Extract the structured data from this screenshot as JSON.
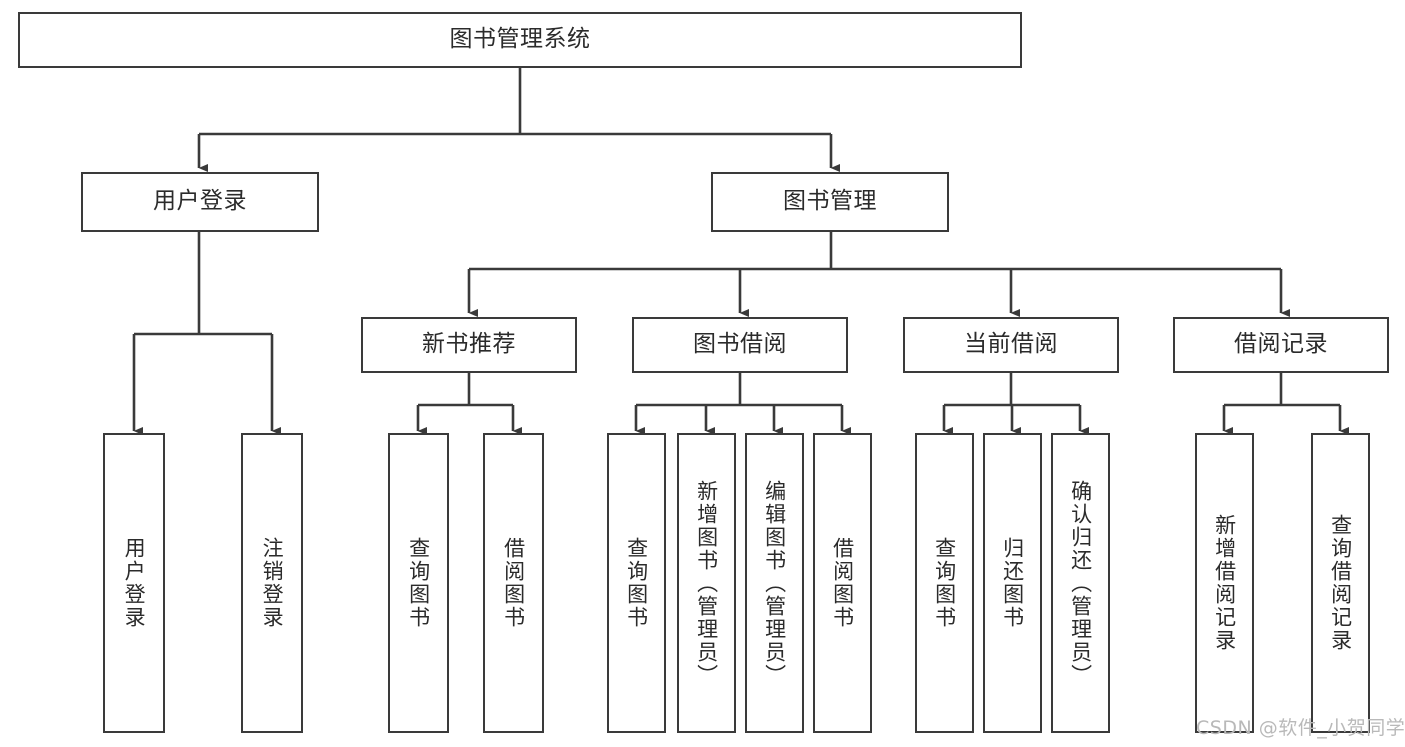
{
  "diagram": {
    "title": "图书管理系统",
    "type": "tree-hierarchy-chart",
    "orientation": "top-down",
    "colors": {
      "box_border": "#3a3a3a",
      "box_fill": "#ffffff",
      "connector": "#3a3a3a",
      "text": "#2b2b2b",
      "watermark": "#b9b9b9",
      "background": "#ffffff"
    }
  },
  "root": {
    "label": "图书管理系统"
  },
  "level1": [
    {
      "label": "用户登录"
    },
    {
      "label": "图书管理"
    }
  ],
  "level2": [
    {
      "label": "新书推荐"
    },
    {
      "label": "图书借阅"
    },
    {
      "label": "当前借阅"
    },
    {
      "label": "借阅记录"
    }
  ],
  "leaves": {
    "user_login": [
      {
        "label": "用户登录"
      },
      {
        "label": "注销登录"
      }
    ],
    "new_book_recommend": [
      {
        "label": "查询图书"
      },
      {
        "label": "借阅图书"
      }
    ],
    "book_borrow": [
      {
        "label": "查询图书"
      },
      {
        "label": "新增图书（管理员）"
      },
      {
        "label": "编辑图书（管理员）"
      },
      {
        "label": "借阅图书"
      }
    ],
    "current_borrow": [
      {
        "label": "查询图书"
      },
      {
        "label": "归还图书"
      },
      {
        "label": "确认归还（管理员）"
      }
    ],
    "borrow_record": [
      {
        "label": "新增借阅记录"
      },
      {
        "label": "查询借阅记录"
      }
    ]
  },
  "watermark": {
    "text": "CSDN @软件_小贺同学"
  }
}
